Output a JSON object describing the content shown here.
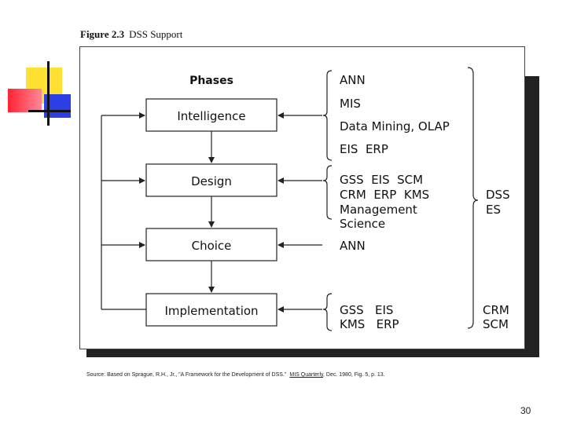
{
  "figure": {
    "label": "Figure 2.3",
    "title": "DSS Support"
  },
  "diagram": {
    "header": "Phases",
    "phases": [
      "Intelligence",
      "Design",
      "Choice",
      "Implementation"
    ],
    "tools": {
      "intelligence": [
        "ANN",
        "MIS",
        "Data Mining, OLAP",
        "EIS  ERP"
      ],
      "design": [
        "GSS  EIS  SCM",
        "CRM  ERP  KMS",
        "Management",
        "Science"
      ],
      "choice": [
        "ANN"
      ],
      "implementation": [
        "GSS   EIS",
        "KMS   ERP"
      ]
    },
    "overall_support": [
      "DSS",
      "ES"
    ],
    "implementation_support": [
      "CRM",
      "SCM"
    ]
  },
  "source": {
    "prefix": "Source: Based on Sprague, R.H., Jr., \"A Framework for the Development of DSS.\"",
    "journal": "MIS Quarterly",
    "suffix": ", Dec. 1980, Fig. 5, p. 13."
  },
  "page_number": "30",
  "colors": {
    "deco_yellow": "#FFE033",
    "deco_red": "#FF3344",
    "deco_blue": "#2E3EE6",
    "frame_shadow": "#222222"
  }
}
